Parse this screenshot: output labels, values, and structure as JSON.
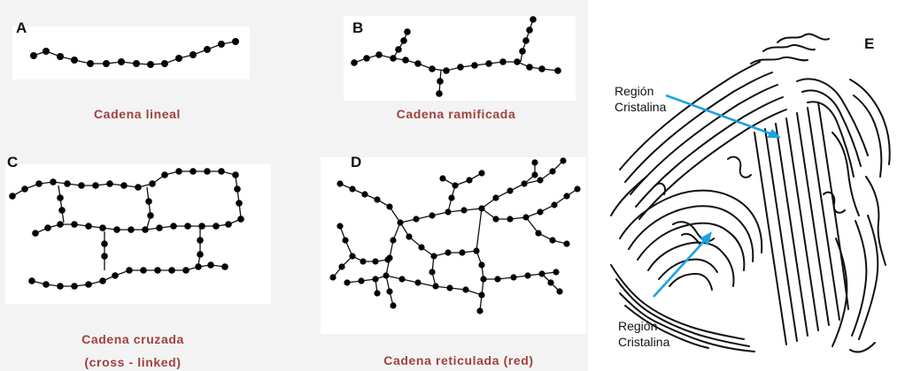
{
  "panels": {
    "a": {
      "letter": "A",
      "caption": "Cadena lineal"
    },
    "b": {
      "letter": "B",
      "caption": "Cadena ramificada"
    },
    "c": {
      "letter": "C",
      "caption_line1": "Cadena cruzada",
      "caption_line2": "(cross - linked)"
    },
    "d": {
      "letter": "D",
      "caption": "Cadena reticulada (red)"
    },
    "e": {
      "letter": "E",
      "label_top_line1": "Región",
      "label_top_line2": "Cristalina",
      "label_bottom_line1": "Región",
      "label_bottom_line2": "Cristalina"
    }
  },
  "colors": {
    "caption": "#a0413d",
    "arrow": "#1aa3e0",
    "chain": "#000000",
    "background": "#f3f3f3"
  }
}
